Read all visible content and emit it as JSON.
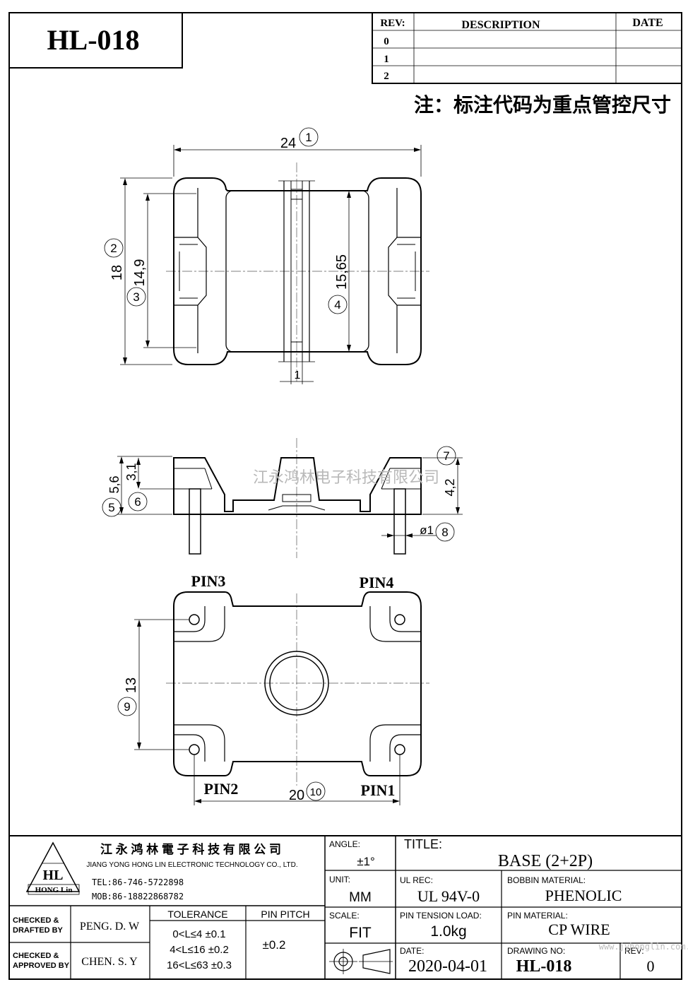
{
  "header": {
    "drawing_code": "HL-018",
    "revision_table": {
      "col_rev": "REV:",
      "col_desc": "DESCRIPTION",
      "col_date": "DATE",
      "rows": [
        "0",
        "1",
        "2"
      ]
    },
    "note": "注：标注代码为重点管控尺寸"
  },
  "watermark": "江永鸿林电子科技有限公司",
  "top_view": {
    "dim_width": "24",
    "dim_height_18": "18",
    "dim_height_149": "14,9",
    "dim_height_1565": "15,65",
    "dim_slot": "1",
    "marker_1": "1",
    "marker_2": "2",
    "marker_3": "3",
    "marker_4": "4"
  },
  "side_view": {
    "dim_56": "5,6",
    "dim_31": "3,1",
    "dim_42": "4,2",
    "dim_pin": "ø1",
    "marker_5": "5",
    "marker_6": "6",
    "marker_7": "7",
    "marker_8": "8"
  },
  "bottom_view": {
    "pin3": "PIN3",
    "pin4": "PIN4",
    "pin2": "PIN2",
    "pin1": "PIN1",
    "dim_13": "13",
    "dim_20": "20",
    "marker_9": "9",
    "marker_10": "10"
  },
  "title_block": {
    "company_cn": "江 永 鸿 林 電 子 科 技 有 限 公 司",
    "company_en": "JIANG YONG HONG LIN ELECTRONIC TECHNOLOGY CO., LTD.",
    "logo_text": "HL",
    "logo_sub": "HONG Lin",
    "tel": "TEL:86-746-5722898",
    "mob": "MOB:86-18822868782",
    "checked_drafted_label_1": "CHECKED &",
    "checked_drafted_label_2": "DRAFTED BY",
    "checked_drafted_name": "PENG. D. W",
    "checked_approved_label_1": "CHECKED &",
    "checked_approved_label_2": "APPROVED BY",
    "checked_approved_name": "CHEN. S. Y",
    "tolerance_label": "TOLERANCE",
    "tolerance_rows": [
      "0<L≤4   ±0.1",
      "4<L≤16  ±0.2",
      "16<L≤63 ±0.3"
    ],
    "pin_pitch_label": "PIN PITCH",
    "pin_pitch_value": "±0.2",
    "angle_label": "ANGLE:",
    "angle_value": "±1°",
    "unit_label": "UNIT:",
    "unit_value": "MM",
    "scale_label": "SCALE:",
    "scale_value": "FIT",
    "title_label": "TITLE:",
    "title_value": "BASE (2+2P)",
    "ul_label": "UL REC:",
    "ul_value": "UL 94V-0",
    "bobbin_label": "BOBBIN MATERIAL:",
    "bobbin_value": "PHENOLIC",
    "tension_label": "PIN TENSION LOAD:",
    "tension_value": "1.0kg",
    "pin_material_label": "PIN MATERIAL:",
    "pin_material_value": "CP WIRE",
    "date_label": "DATE:",
    "date_value": "2020-04-01",
    "drawing_no_label": "DRAWING NO:",
    "drawing_no_value": "HL-018",
    "rev_label": "REV:",
    "rev_value": "0",
    "website": "www.jyhonglin.com.cn"
  }
}
